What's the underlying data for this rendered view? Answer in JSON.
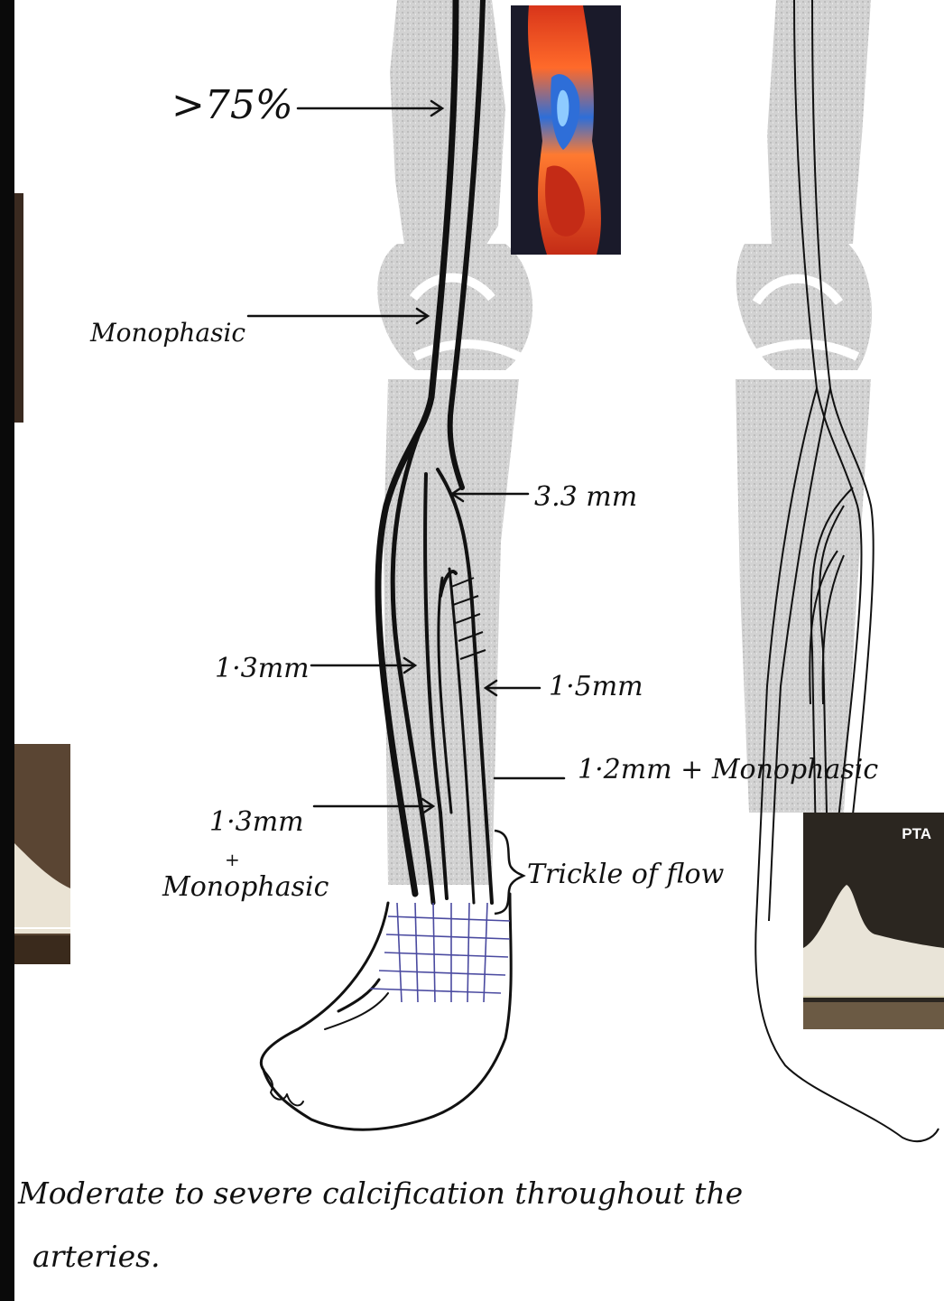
{
  "annotations": {
    "stenosis": ">75%",
    "popliteal_waveform": "Monophasic",
    "diameter_3_3": "3.3 mm",
    "diameter_1_3_upper": "1·3mm",
    "diameter_1_5": "1·5mm",
    "diameter_1_2_monophasic": "1·2mm + Monophasic",
    "diameter_1_3_lower": "1·3mm",
    "plus_sign": "+",
    "lower_monophasic": "Monophasic",
    "trickle": "Trickle of flow"
  },
  "inset": {
    "pta_label": "PTA"
  },
  "footer": {
    "line1": "Moderate to severe calcification throughout the",
    "line2": "arteries."
  },
  "colors": {
    "ink": "#111111",
    "bone_shading": "#cccccc",
    "grid": "#4a4aa0",
    "doppler_red": "#e0431f",
    "doppler_blue": "#3a7fe0"
  }
}
